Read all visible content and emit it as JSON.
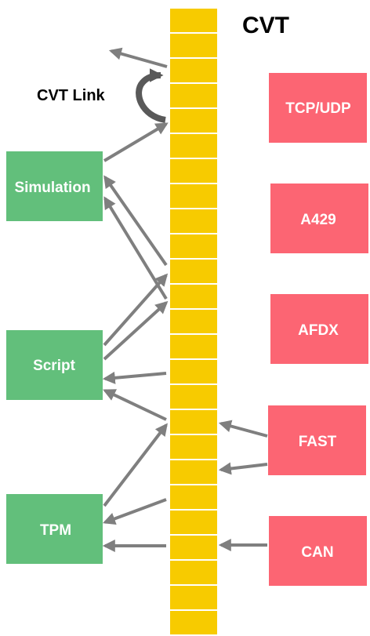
{
  "title": "CVT",
  "cvt_link_label": "CVT Link",
  "colors": {
    "cvt_cell": "#f7cb00",
    "green_box": "#62bf7b",
    "red_box": "#fc6573",
    "arrow": "#7f7f7f",
    "loop": "#595959"
  },
  "left_boxes": [
    {
      "label": "Simulation"
    },
    {
      "label": "Script"
    },
    {
      "label": "TPM"
    }
  ],
  "right_boxes": [
    {
      "label": "TCP/UDP"
    },
    {
      "label": "A429"
    },
    {
      "label": "AFDX"
    },
    {
      "label": "FAST"
    },
    {
      "label": "CAN"
    }
  ]
}
